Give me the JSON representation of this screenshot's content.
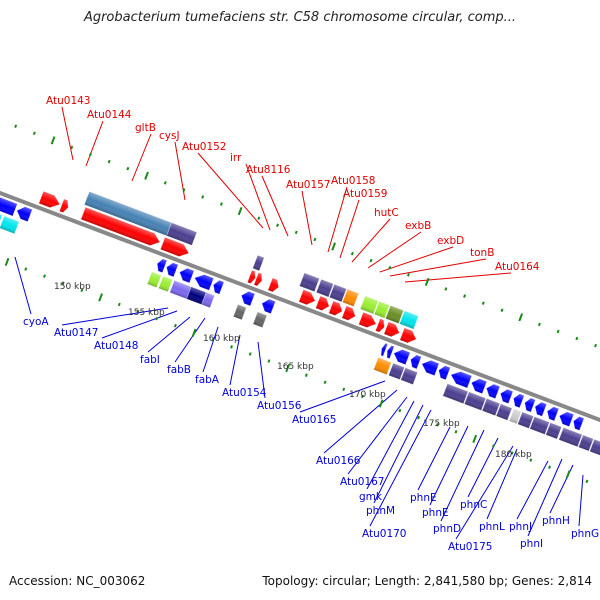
{
  "title": "Agrobacterium tumefaciens str. C58 chromosome circular, comp...",
  "footer": {
    "accession": "Accession: NC_003062",
    "summary": "Topology: circular; Length: 2,841,580 bp; Genes: 2,814"
  },
  "colors": {
    "forward_label": "#e00000",
    "reverse_label": "#0000dd",
    "backbone": "#888888",
    "tick": "#1a8a1a",
    "red_gene": "#ff0000",
    "blue_gene": "#0000ff",
    "purple_gene": "#4b3f8f",
    "steelblue_gene": "#4682b4",
    "orange_gene": "#ff8c00",
    "lime_gene": "#99ee33",
    "olive_gene": "#6b8e23",
    "cyan_gene": "#00e5ee",
    "gray_gene": "#666666",
    "lightgray_gene": "#cccccc",
    "navy_gene": "#000080",
    "lavender_gene": "#7b68ee"
  },
  "ruler_ticks": [
    "150 kbp",
    "155 kbp",
    "160 kbp",
    "165 kbp",
    "170 kbp",
    "175 kbp",
    "180 kbp"
  ],
  "forward_labels": [
    "Atu0143",
    "Atu0144",
    "gltB",
    "cysJ",
    "Atu0152",
    "irr",
    "Atu8116",
    "Atu0157",
    "Atu0158",
    "Atu0159",
    "hutC",
    "exbB",
    "exbD",
    "tonB",
    "Atu0164"
  ],
  "reverse_labels": [
    "cyoA",
    "Atu0147",
    "Atu0148",
    "fabI",
    "fabB",
    "fabA",
    "Atu0154",
    "Atu0156",
    "Atu0165",
    "Atu0166",
    "Atu0167",
    "gmk",
    "phnM",
    "Atu0170",
    "phnE",
    "phnE",
    "phnD",
    "phnC",
    "Atu0175",
    "phnL",
    "phnJ",
    "phnI",
    "phnH",
    "phnG"
  ]
}
